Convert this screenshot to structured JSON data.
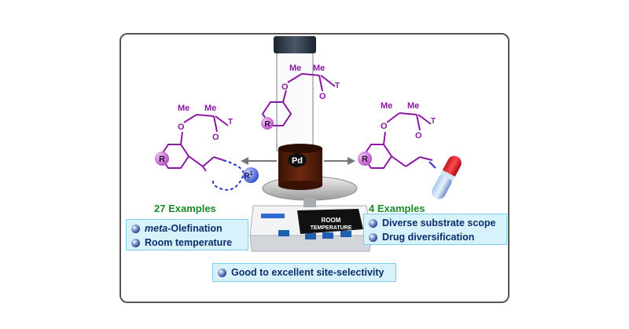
{
  "left_count": "27 Examples",
  "right_count": "4 Examples",
  "left_box": {
    "item1_prefix": "meta",
    "item1_suffix": "-Olefination",
    "item2": "Room temperature"
  },
  "right_box": {
    "item1": "Diverse substrate scope",
    "item2": "Drug diversification"
  },
  "bottom_box": "Good to excellent site-selectivity",
  "scale_display": {
    "line1": "ROOM",
    "line2": "TEMPERATURE"
  },
  "catalyst": "Pd",
  "atoms": {
    "me": "Me",
    "oxygen": "O",
    "t": "T",
    "r": "R",
    "r1": "R",
    "r1_sup": "1"
  },
  "colors": {
    "molecule": "#8a18a0",
    "text_green": "#1b8a2a",
    "text_blue": "#0c2d6b",
    "box_fill": "#d8f2fb"
  }
}
